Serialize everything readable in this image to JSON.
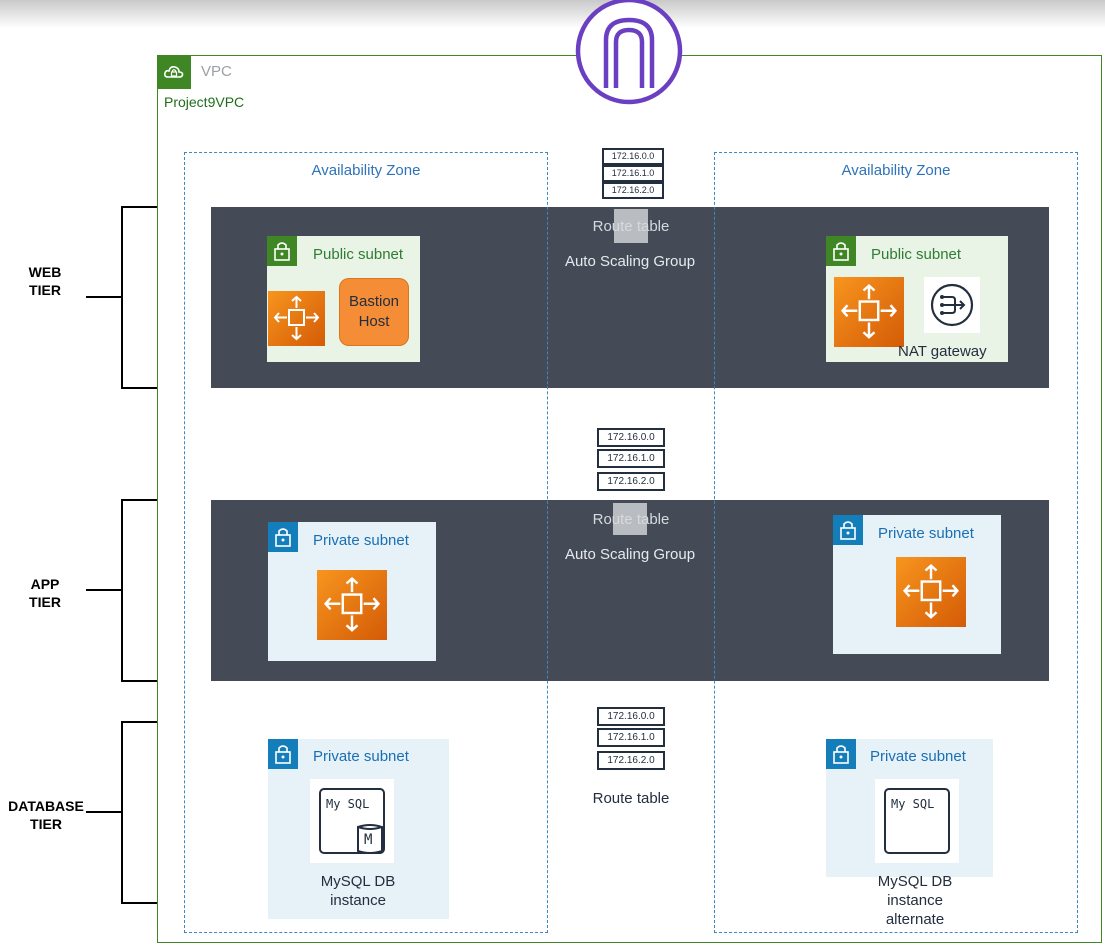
{
  "vpc": {
    "label": "VPC",
    "name": "Project9VPC"
  },
  "availability_zones": [
    {
      "label": "Availability Zone"
    },
    {
      "label": "Availability Zone"
    }
  ],
  "tiers": {
    "web": {
      "label_line1": "WEB",
      "label_line2": "TIER",
      "group_label": "Auto Scaling Group",
      "route_label": "Route table"
    },
    "app": {
      "label_line1": "APP",
      "label_line2": "TIER",
      "group_label": "Auto Scaling Group",
      "route_label": "Route table"
    },
    "database": {
      "label_line1": "DATABASE",
      "label_line2": "TIER",
      "route_label": "Route table"
    }
  },
  "route_tables": {
    "web": [
      "172.16.0.0",
      "172.16.1.0",
      "172.16.2.0"
    ],
    "app": [
      "172.16.0.0",
      "172.16.1.0",
      "172.16.2.0"
    ],
    "database": [
      "172.16.0.0",
      "172.16.1.0",
      "172.16.2.0"
    ]
  },
  "subnets": {
    "web_left": {
      "title": "Public subnet",
      "host_line1": "Bastion",
      "host_line2": "Host"
    },
    "web_right": {
      "title": "Public subnet",
      "nat_label": "NAT gateway"
    },
    "app_left": {
      "title": "Private subnet"
    },
    "app_right": {
      "title": "Private subnet"
    },
    "db_left": {
      "title": "Private subnet",
      "icon_text": "My SQL",
      "icon_mark": "M",
      "label_line1": "MySQL DB",
      "label_line2": "instance"
    },
    "db_right": {
      "title": "Private subnet",
      "icon_text": "My SQL",
      "label_line1": "MySQL DB",
      "label_line2": "instance",
      "label_line3": "alternate"
    }
  },
  "colors": {
    "vpc_border": "#3f8624",
    "public_subnet": "#3f8624",
    "private_subnet": "#147eba",
    "tier_band": "#444b57",
    "ec2_orange": "#e8700f",
    "internet_gateway": "#6b3fc1"
  },
  "icons": [
    "cloud-lock-icon",
    "lock-icon",
    "ec2-autoscaling-icon",
    "nat-gateway-icon",
    "mysql-db-icon",
    "internet-gateway-icon",
    "route-table-icon"
  ]
}
